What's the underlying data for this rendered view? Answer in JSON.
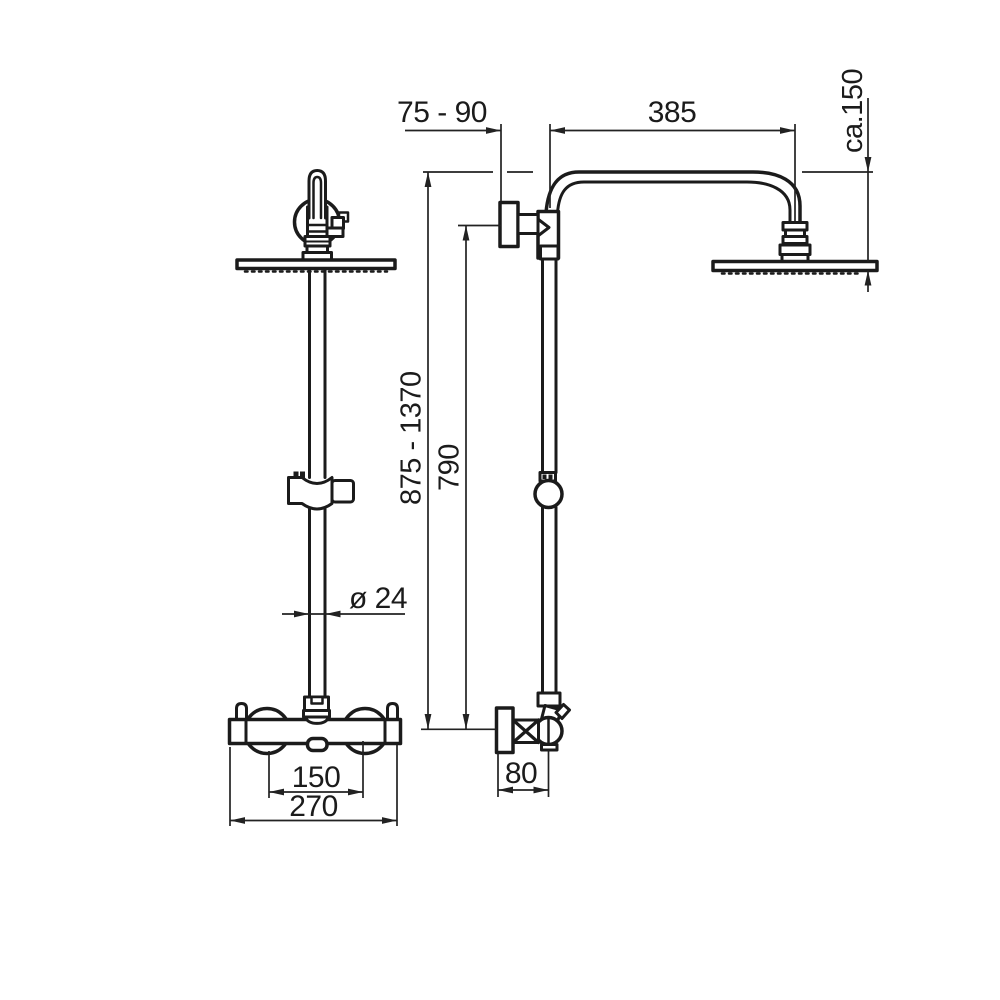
{
  "figure": {
    "type": "technical-drawing",
    "subject": "shower column with thermostatic mixer, front view and side view",
    "background": "#ffffff",
    "line_color": "#1b1b1b",
    "dim_line_color": "#222222"
  },
  "dims": {
    "wall_offset": "75 - 90",
    "arm_reach": "385",
    "head_drop": "ca.150",
    "height_range": "875 - 1370",
    "riser_height": "790",
    "pipe_diameter": "ø 24",
    "inlet_spacing": "150",
    "mixer_width": "270",
    "mixer_depth": "80"
  }
}
